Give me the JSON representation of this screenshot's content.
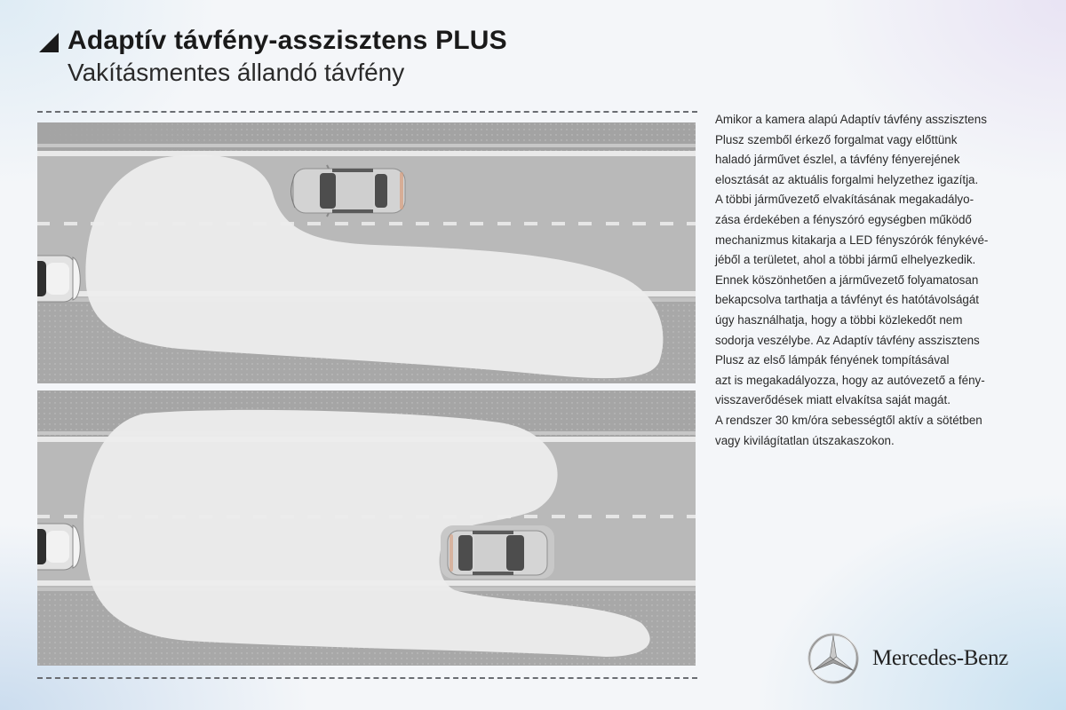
{
  "header": {
    "title_icon": "triangle-corner-icon",
    "title": "Adaptív távfény-asszisztens PLUS",
    "subtitle": "Vakításmentes állandó távfény"
  },
  "illustrations": [
    {
      "name": "scenario-oncoming-vehicle",
      "description": "Own car on left in lower lane; oncoming car in upper lane masked out of high-beam light pattern",
      "vehicles": [
        "own-car",
        "oncoming-car"
      ]
    },
    {
      "name": "scenario-preceding-vehicle",
      "description": "Own car on left in lower lane; preceding car ahead in same lane masked out of high-beam light pattern",
      "vehicles": [
        "own-car",
        "preceding-car"
      ]
    }
  ],
  "body": {
    "lines": [
      "Amikor a kamera alapú Adaptív távfény asszisztens",
      "Plusz szemből érkező forgalmat vagy előttünk",
      "haladó járművet észlel, a távfény fényerejének",
      "elosztását az aktuális forgalmi helyzethez igazítja.",
      "A többi járművezető elvakításának megakadályo-",
      "zása érdekében a fényszóró egységben működő",
      "mechanizmus kitakarja a LED fényszórók fénykévé-",
      "jéből a területet, ahol a többi jármű elhelyezkedik.",
      "Ennek köszönhetően a járművezető folyamatosan",
      "bekapcsolva tarthatja a távfényt és hatótávolságát",
      "úgy használhatja, hogy a többi közlekedőt nem",
      "sodorja veszélybe. Az Adaptív távfény asszisztens",
      "Plusz az első lámpák fényének tompításával",
      "azt is megakadályozza, hogy az autóvezető a fény-",
      "visszaverődések miatt elvakítsa saját magát.",
      "A rendszer 30 km/óra sebességtől aktív a sötétben",
      "vagy kivilágítatlan útszakaszokon."
    ]
  },
  "brand": {
    "logo_icon": "three-pointed-star-icon",
    "name": "Mercedes-Benz"
  },
  "colors": {
    "road": "#b9b9b9",
    "shoulder": "#a6a6a6",
    "light_beam": "#ececec",
    "text": "#2a2a2a"
  }
}
